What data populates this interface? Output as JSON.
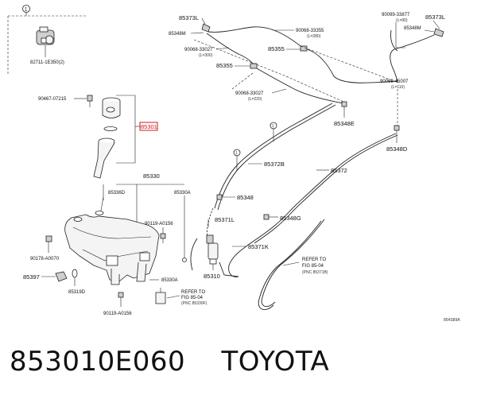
{
  "callout_symbol": "1",
  "part_numbers": {
    "p82711": "82711-1E350(2)",
    "p90467": "90467-07215",
    "p85301": "85301",
    "p85330": "85330",
    "p85336D": "85336D",
    "p85330A_top": "85330A",
    "p90119_top": "90119-A0156",
    "p90178": "90178-A0070",
    "p85397": "85397",
    "p85319D": "85319D",
    "p85330A_bot": "85330A",
    "p90119_bot": "90119-A0156",
    "p85373L_top": "85373L",
    "p85348M_top": "85348M",
    "p90068_33355": "90068-33355",
    "p90068_33355_len": "(L=280)",
    "p90068_33027_a": "90068-33027",
    "p90068_33027_a_len": "(L=300)",
    "p85355_a": "85355",
    "p85355_b": "85355",
    "p90068_33027_b": "90068-33027",
    "p90068_33027_b_len": "(L=220)",
    "p90099_33877": "90099-33877",
    "p90099_33877_len": "(L=90)",
    "p85373L_right": "85373L",
    "p85348M_right": "85348M",
    "p90068_45007": "90068-45007",
    "p90068_45007_len": "(L=110)",
    "p85348E": "85348E",
    "p85348D": "85348D",
    "p85372B": "85372B",
    "p85372": "85372",
    "p85348": "85348",
    "p85371L": "85371L",
    "p85348G": "85348G",
    "p85371K": "85371K",
    "p85310": "85310"
  },
  "refs": {
    "ref1_line1": "REFER TO",
    "ref1_line2": "FIG 85-04",
    "ref1_line3": "(PNC 85371B)",
    "ref2_line1": "REFER TO",
    "ref2_line2": "FIG 85-04",
    "ref2_line3": "(PNC 85330F)"
  },
  "diagram_code": "854S89A",
  "footer": {
    "part_number": "853010E060",
    "brand": "TOYOTA"
  },
  "colors": {
    "highlight": "#d01818",
    "line": "#222222"
  }
}
